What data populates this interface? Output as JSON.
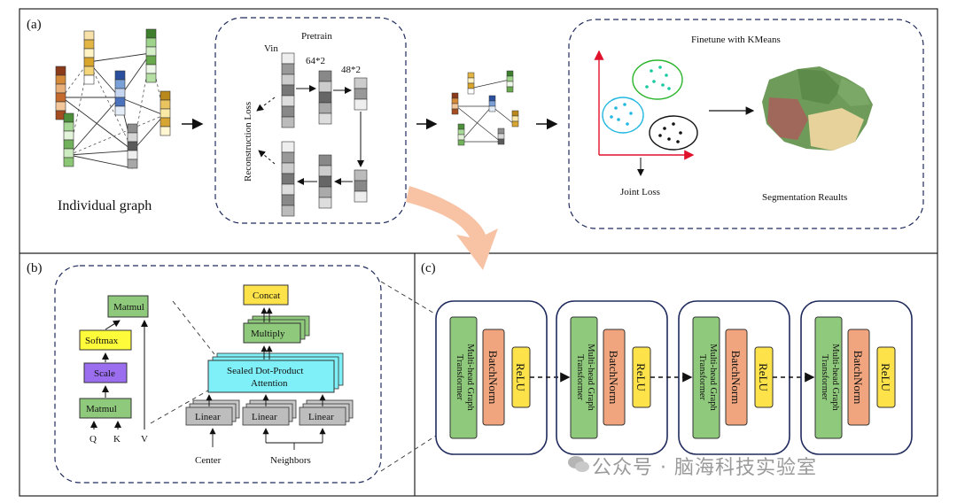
{
  "panel_a": {
    "label": "(a)",
    "individual_graph": "Individual graph",
    "pretrain_title": "Pretrain",
    "vin": "Vin",
    "dim1": "64*2",
    "dim2": "48*2",
    "recon_loss": "Reconstruction Loss",
    "finetune_title": "Finetune with KMeans",
    "joint_loss": "Joint Loss",
    "seg_results": "Segmentation Reaults"
  },
  "panel_b": {
    "label": "(b)",
    "matmul_top": "Matmul",
    "softmax": "Softmax",
    "scale": "Scale",
    "matmul_bottom": "Matmul",
    "q": "Q",
    "k": "K",
    "v": "V",
    "concat": "Concat",
    "multiply": "Multiply",
    "sdpa_line1": "Sealed Dot-Product",
    "sdpa_line2": "Attention",
    "linear": "Linear",
    "center": "Center",
    "neighbors": "Neighbors"
  },
  "panel_c": {
    "label": "(c)",
    "mhgt_line1": "Multi-head Graph",
    "mhgt_line2": "Transformer",
    "batchnorm": "BatchNorm",
    "relu": "ReLU"
  },
  "watermark": "公众号 · 脑海科技实验室",
  "colors": {
    "green": "#8fc97c",
    "orange": "#f0a57e",
    "yellow": "#fde24a",
    "cyan": "#7ff0f7",
    "purple": "#9b6ef0",
    "softmax_yellow": "#fefb3a",
    "gray": "#bdbdbd",
    "block_border": "#1f2a5c",
    "big_arrow": "#f7c3a4"
  }
}
